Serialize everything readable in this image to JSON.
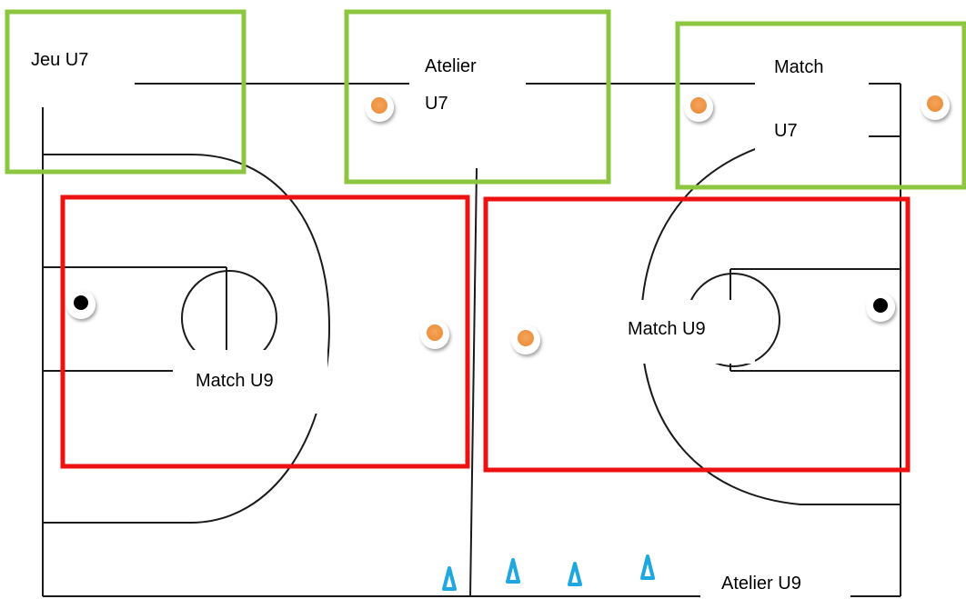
{
  "zones": {
    "jeu_u7": "Jeu U7",
    "atelier_u7_line1": "Atelier",
    "atelier_u7_line2": "U7",
    "match_u7_line1": "Match",
    "match_u7_line2": "U7",
    "match_u9_left": "Match U9",
    "match_u9_right": "Match U9",
    "atelier_u9": "Atelier U9"
  },
  "colors": {
    "court_lines": "#1a1a1a",
    "u7_zone": "#8cc63f",
    "u9_zone": "#ee1111",
    "orange_marker": "#f0a050",
    "black_marker": "#000000",
    "cone": "#1ea7e1"
  },
  "icons": {
    "marker": "disc-marker-icon",
    "cone": "triangle-cone-icon"
  }
}
